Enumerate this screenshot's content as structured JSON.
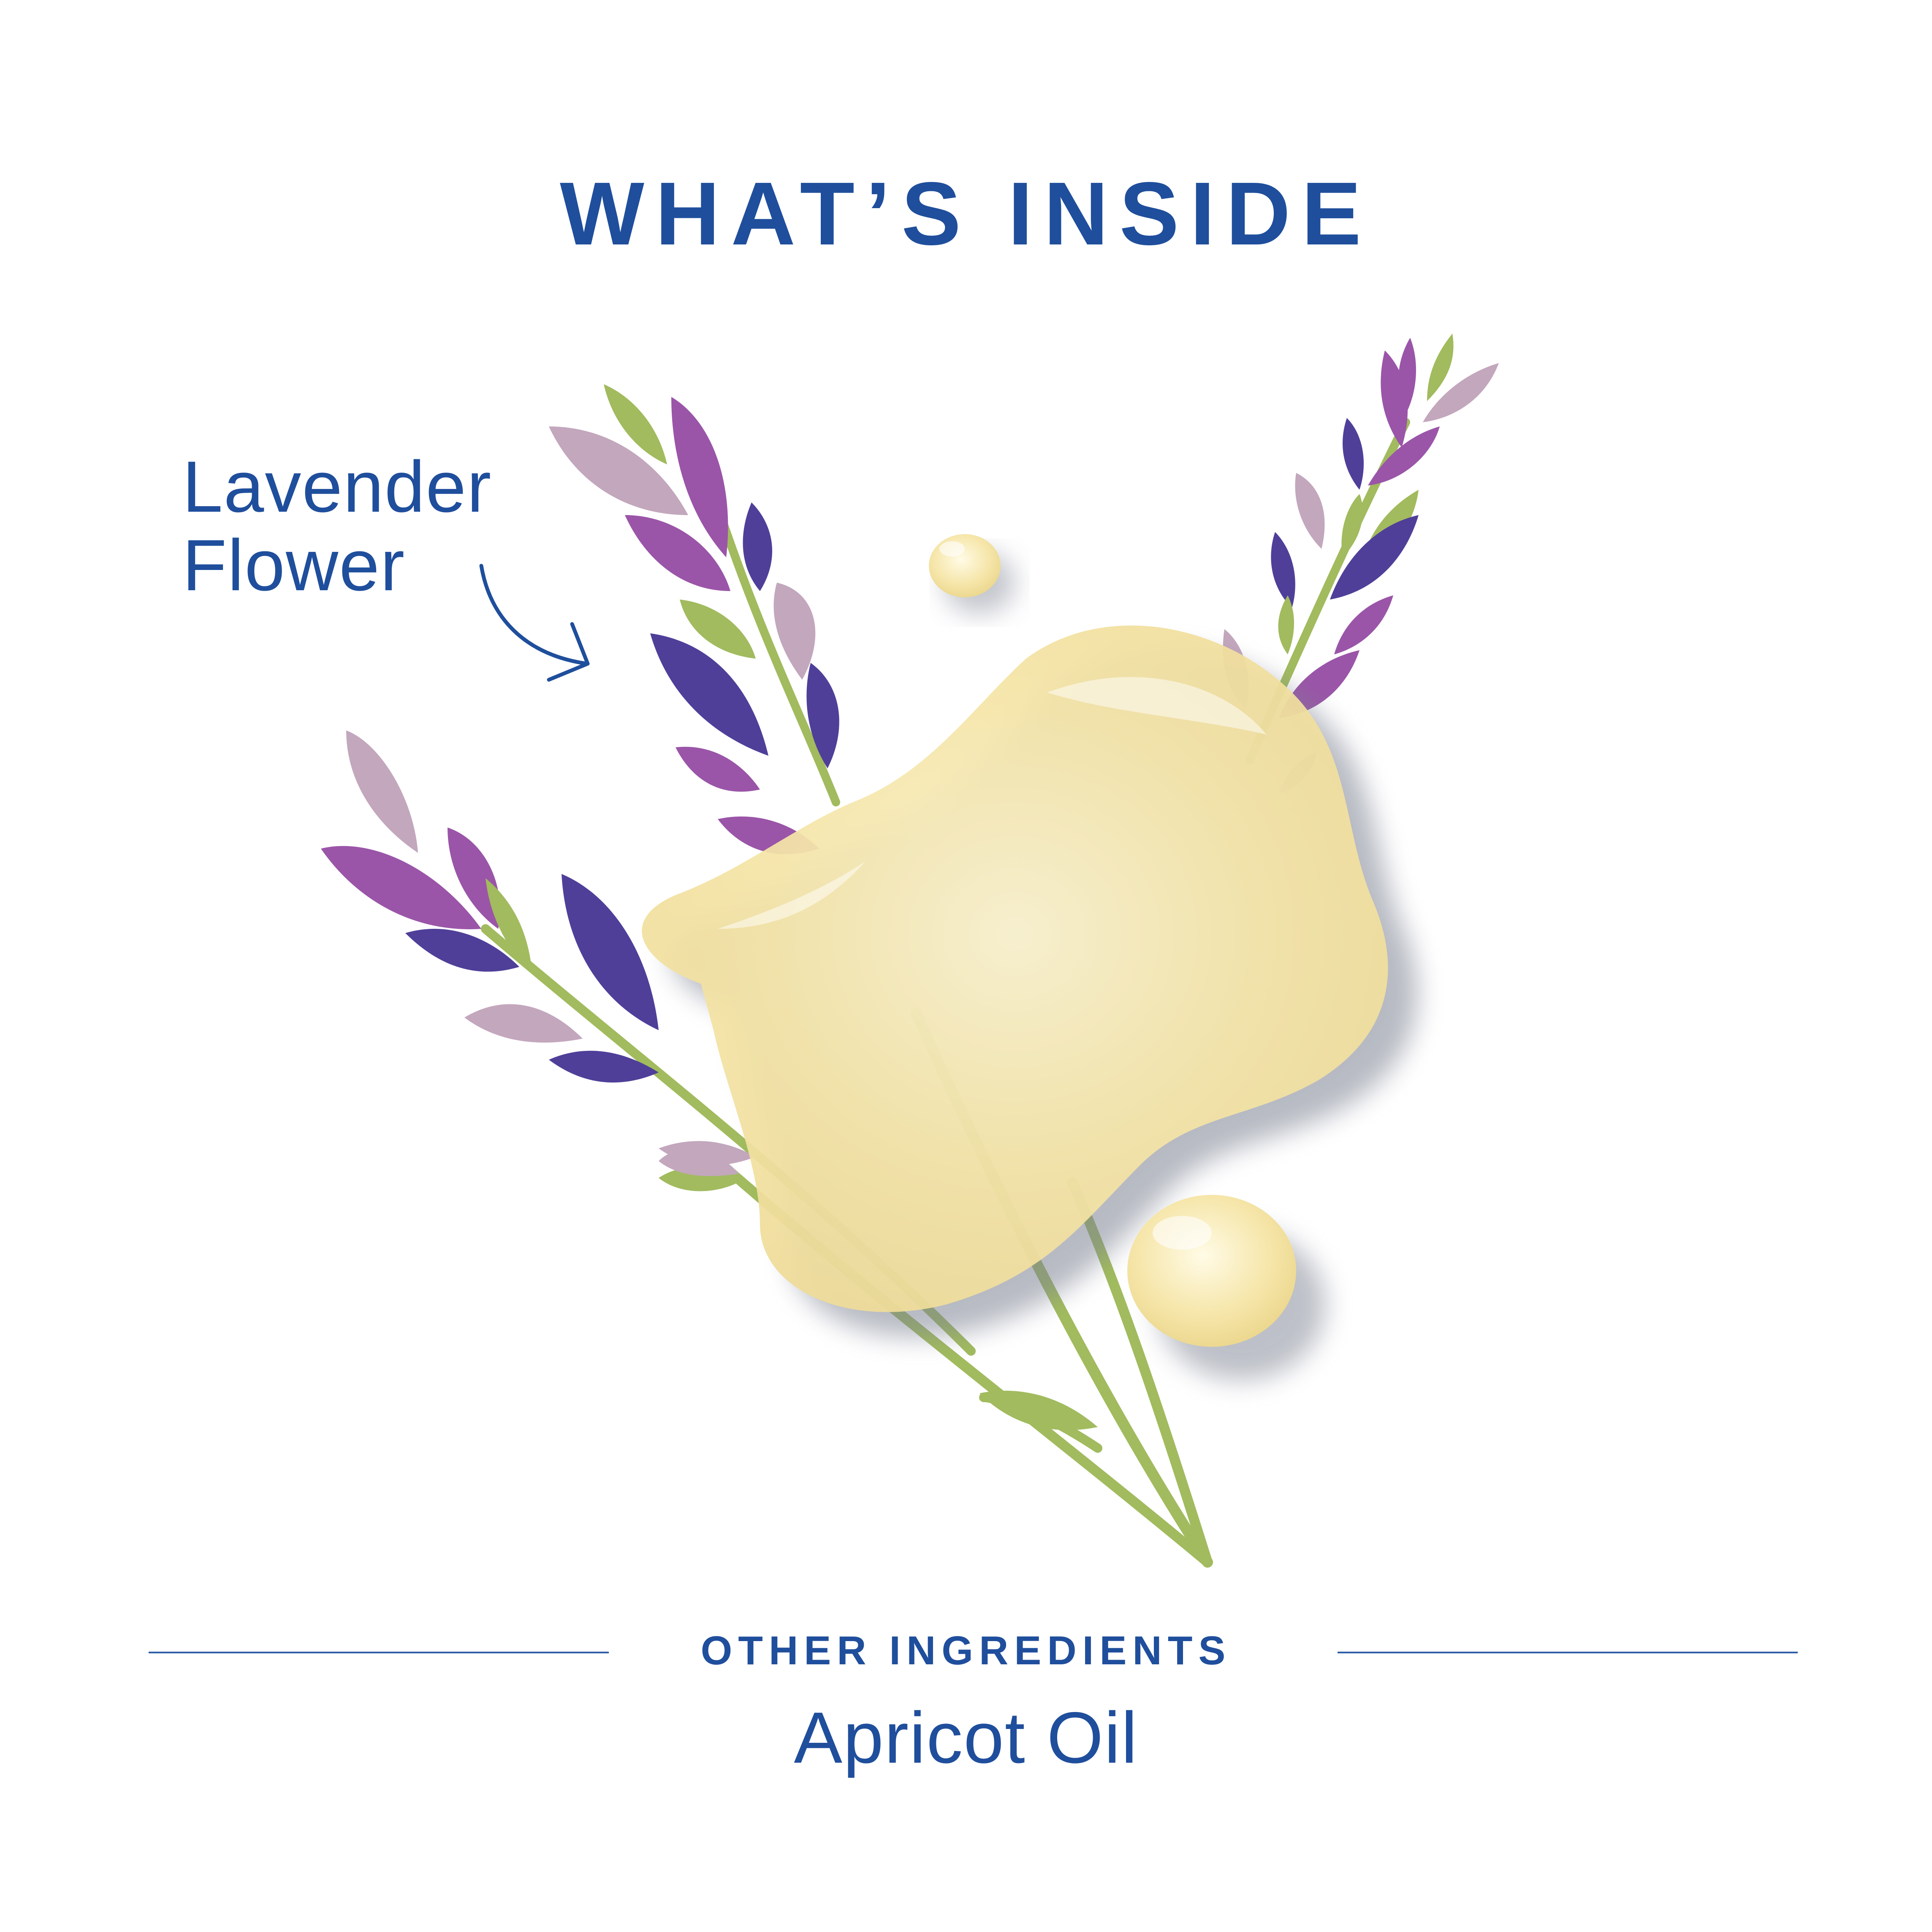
{
  "header": {
    "title": "WHAT’S INSIDE"
  },
  "callout": {
    "line1": "Lavender",
    "line2": "Flower"
  },
  "footer": {
    "section_label": "OTHER INGREDIENTS",
    "ingredient": "Apricot Oil"
  },
  "colors": {
    "brand_blue": "#1f4e9c",
    "lavender_dark": "#4f3f99",
    "lavender_mid": "#9a55a8",
    "lavender_light": "#c3a7bd",
    "stem_green": "#a1bb5e",
    "oil_yellow": "#f6e9b4"
  },
  "icons": {
    "arrow": "curved-arrow-icon",
    "illustration": "lavender-oil-illustration"
  }
}
